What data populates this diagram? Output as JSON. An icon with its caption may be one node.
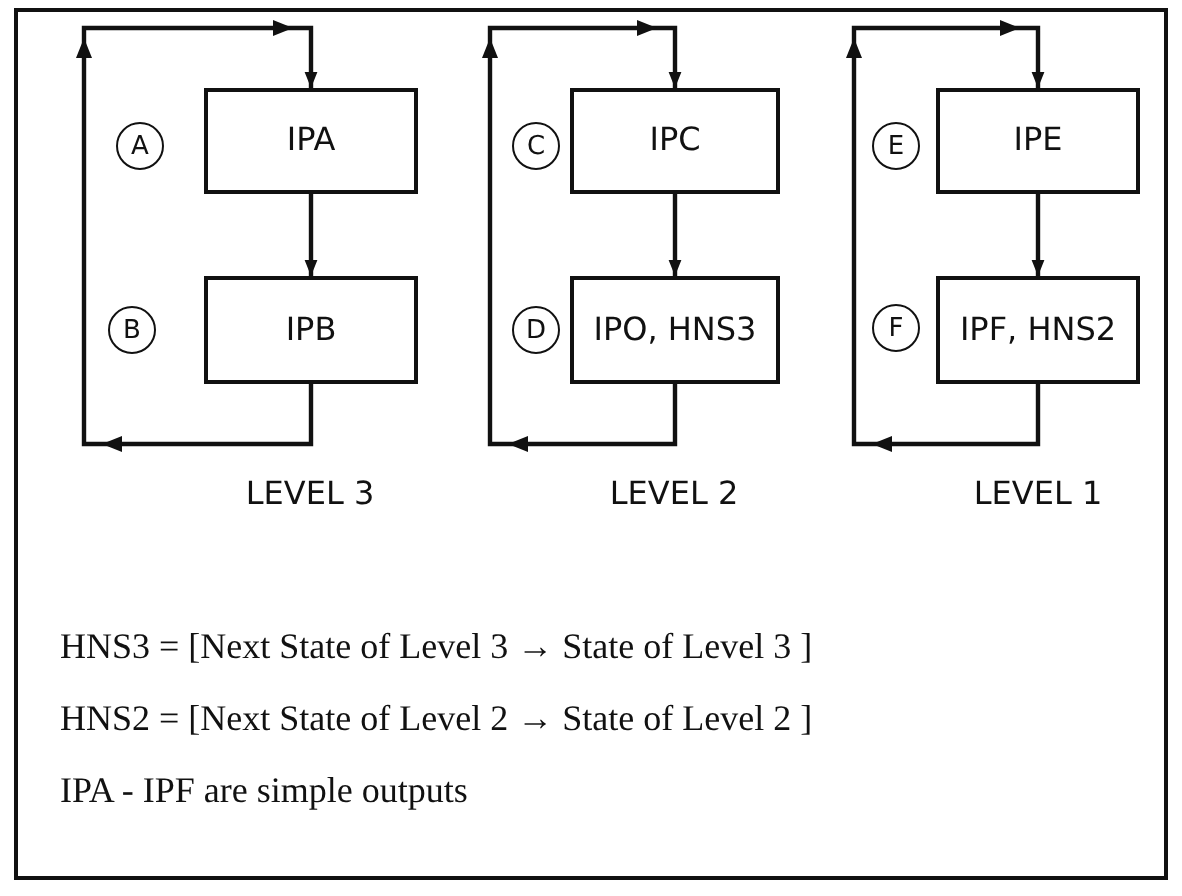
{
  "diagram": {
    "nodes": [
      {
        "text": [
          "A"
        ]
      },
      {
        "text": [
          "IPA"
        ]
      },
      {
        "text": [
          "B"
        ]
      },
      {
        "text": [
          "IPB"
        ]
      },
      {
        "text": [
          "C"
        ]
      },
      {
        "text": [
          "IPC"
        ]
      },
      {
        "text": [
          "D"
        ]
      },
      {
        "text": [
          "IPO, HNS3"
        ]
      },
      {
        "text": [
          "E"
        ]
      },
      {
        "text": [
          "IPE"
        ]
      },
      {
        "text": [
          "F"
        ]
      },
      {
        "text": [
          "IPF, HNS2"
        ]
      }
    ],
    "edges": [
      {
        "from": 1,
        "to": 3,
        "arrow": "to"
      },
      {
        "from": 3,
        "to": 1,
        "arrow": "to"
      },
      {
        "from": 5,
        "to": 7,
        "arrow": "to"
      },
      {
        "from": 7,
        "to": 5,
        "arrow": "to"
      },
      {
        "from": 9,
        "to": 11,
        "arrow": "to"
      },
      {
        "from": 11,
        "to": 9,
        "arrow": "to"
      }
    ],
    "labels": [
      "LEVEL 3",
      "LEVEL 2",
      "LEVEL 1",
      "HNS3 = [Next State of Level 3 → State of Level 3 ]",
      "HNS2 = [Next State of Level 2 → State of Level 2 ]",
      "IPA - IPF are simple outputs"
    ]
  }
}
